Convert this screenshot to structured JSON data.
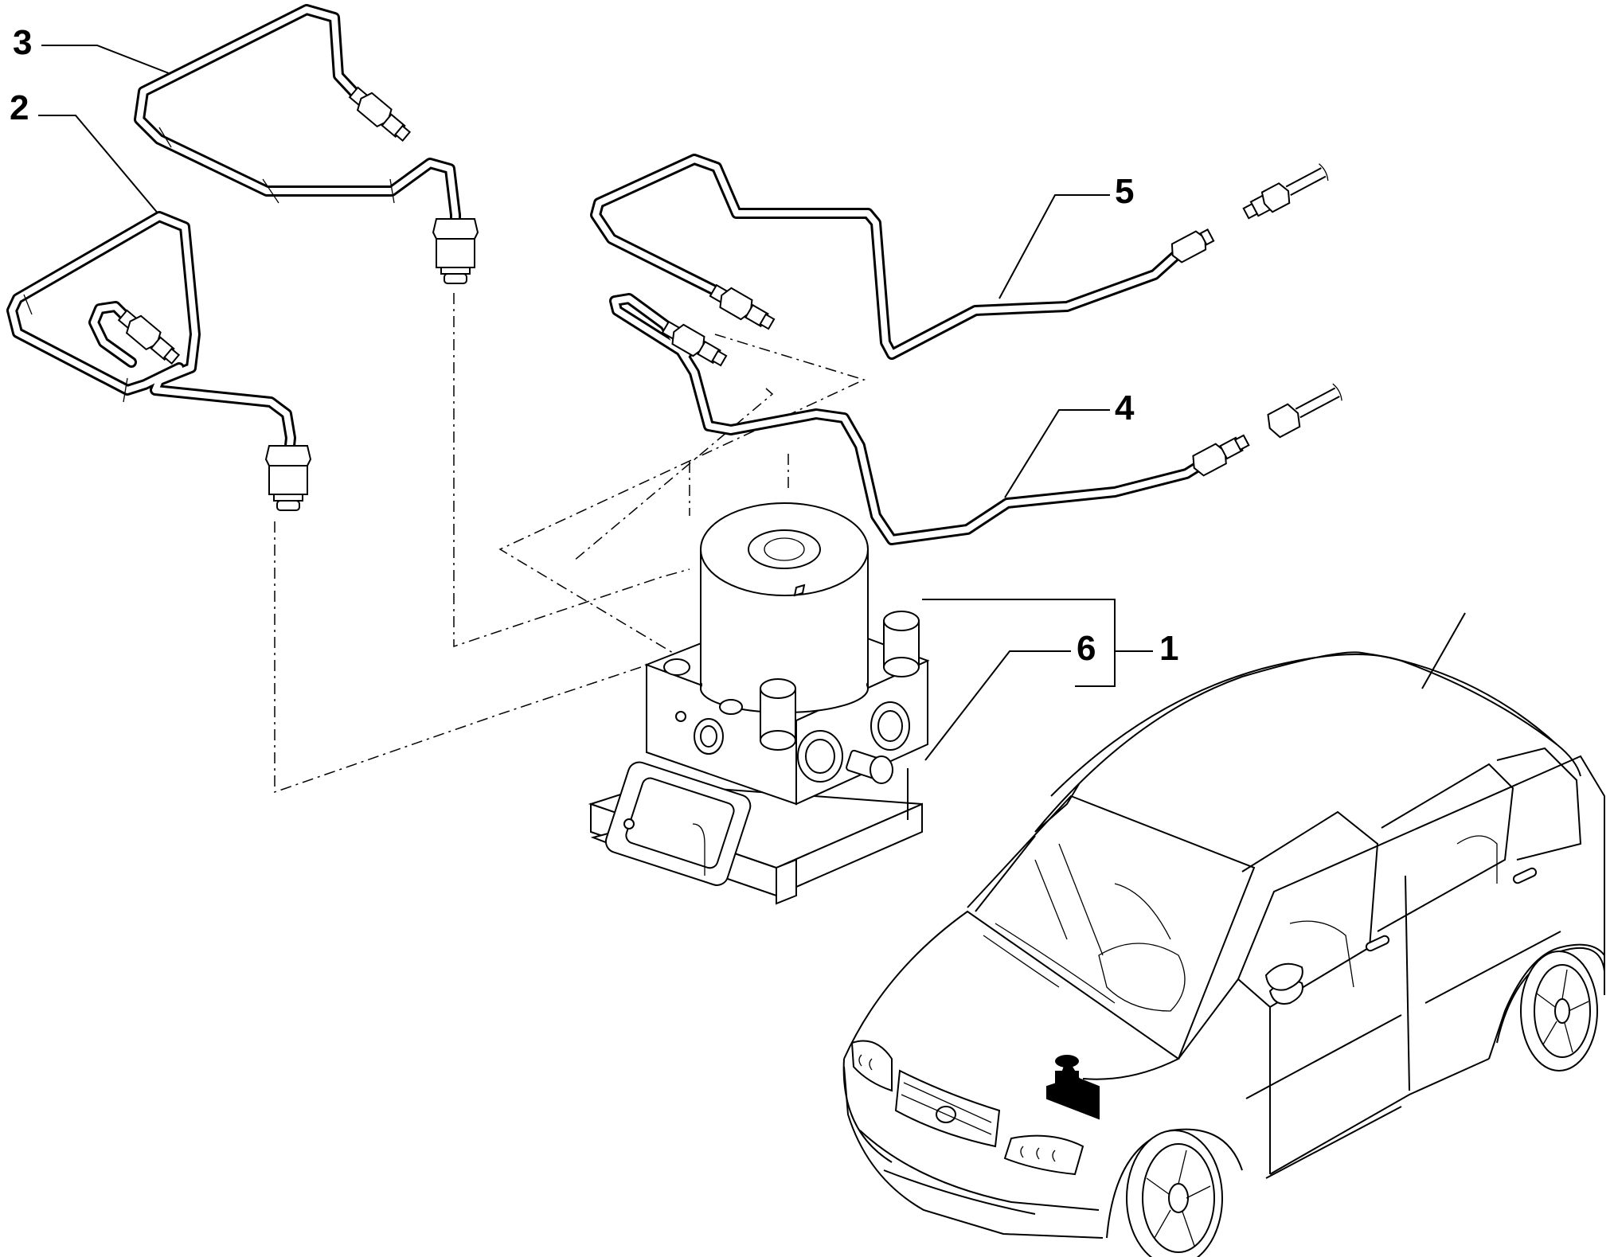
{
  "callouts": {
    "c1": "1",
    "c2": "2",
    "c3": "3",
    "c4": "4",
    "c5": "5",
    "c6": "6"
  },
  "icons": {
    "abs_unit": "abs-hydraulic-modulator-icon",
    "vehicle": "car-location-icon"
  },
  "colors": {
    "ink": "#000000",
    "paper": "#ffffff"
  }
}
